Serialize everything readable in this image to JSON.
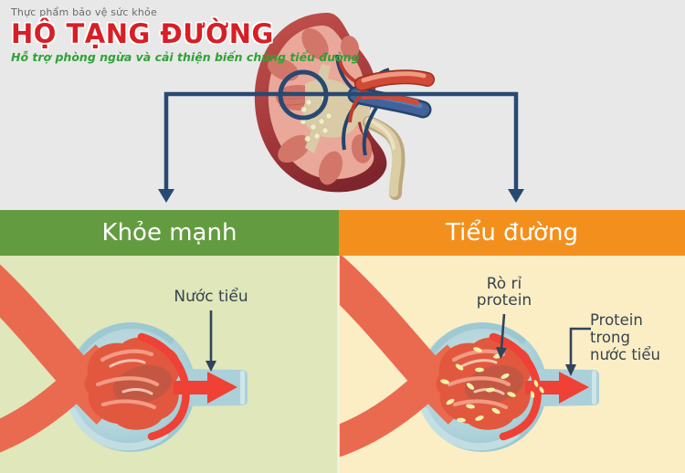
{
  "brand": {
    "super_title": "Thực phẩm bảo vệ sức khỏe",
    "title": "HỘ TẠNG ĐƯỜNG",
    "subtitle": "Hỗ trợ phòng ngừa và cải thiện biến chứng tiểu đường"
  },
  "comparison": {
    "left_header": "Khỏe mạnh",
    "right_header": "Tiểu đường"
  },
  "annotations": {
    "left_urine": "Nước tiểu",
    "right_leak": [
      "Rò rỉ",
      "protein"
    ],
    "right_urine": [
      "Protein trong",
      "nước tiểu"
    ]
  },
  "colors": {
    "background_gray": "#e8e8e8",
    "brand_red": "#d71f26",
    "brand_green": "#2fa235",
    "brand_gray": "#6a6a6a",
    "header_green": "#639c40",
    "header_orange": "#f3901d",
    "panel_left_bg": "#dfe7bb",
    "panel_right_bg": "#fbeec5",
    "connector_navy": "#284972",
    "vessel_red": "#ea6a50",
    "flow_arrow_red": "#ef4135",
    "capsule_blue": "#a9ced8",
    "protein_speck_yellow": "#ecf3a8",
    "label_text": "#38434e"
  }
}
